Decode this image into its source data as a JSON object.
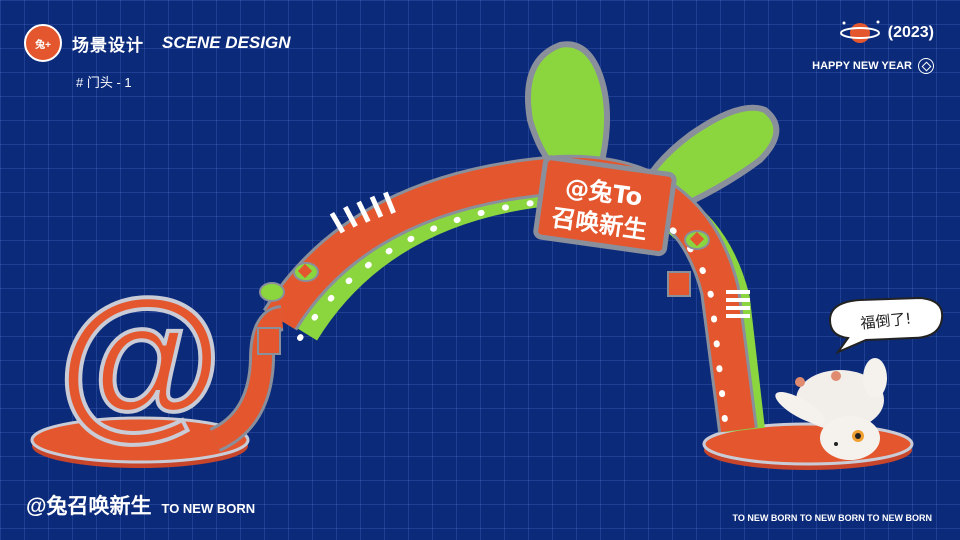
{
  "header": {
    "logo_text": "兔+",
    "title_cn": "场景设计",
    "title_en": "SCENE DESIGN",
    "section_tag": "# 门头 - 1"
  },
  "corner": {
    "year": "(2023)",
    "greeting": "HAPPY NEW YEAR"
  },
  "arch": {
    "sign_line1": "@兔To",
    "sign_line2": "召唤新生",
    "at_symbol": "@"
  },
  "bubble": {
    "text": "福倒了!"
  },
  "footer": {
    "slogan_cn": "@兔召唤新生",
    "slogan_en": "TO NEW BORN",
    "ticker": "TO NEW BORN TO NEW BORN TO NEW BORN"
  },
  "colors": {
    "background": "#0b2a7a",
    "arch_orange": "#e4572e",
    "ear_green": "#8bd63f",
    "outline_gray": "#8a8f9c"
  },
  "icons": [
    "planet-icon",
    "diamond-icon",
    "rabbit-figure-icon",
    "ingot-icon"
  ]
}
